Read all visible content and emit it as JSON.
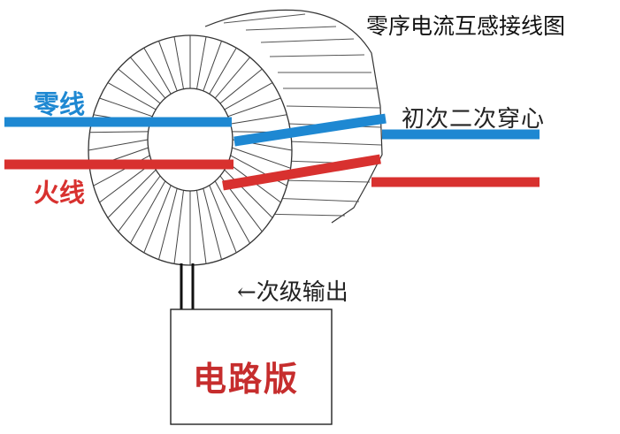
{
  "title": "零序电流互感接线图",
  "wires": {
    "neutral_label": "零线",
    "live_label": "火线"
  },
  "labels": {
    "primary_through": "初次二次穿心",
    "secondary_output": "←次级输出",
    "circuit_board": "电路版"
  },
  "colors": {
    "neutral_wire": "#1e88d2",
    "live_wire": "#d8312f",
    "outline": "#333333"
  }
}
